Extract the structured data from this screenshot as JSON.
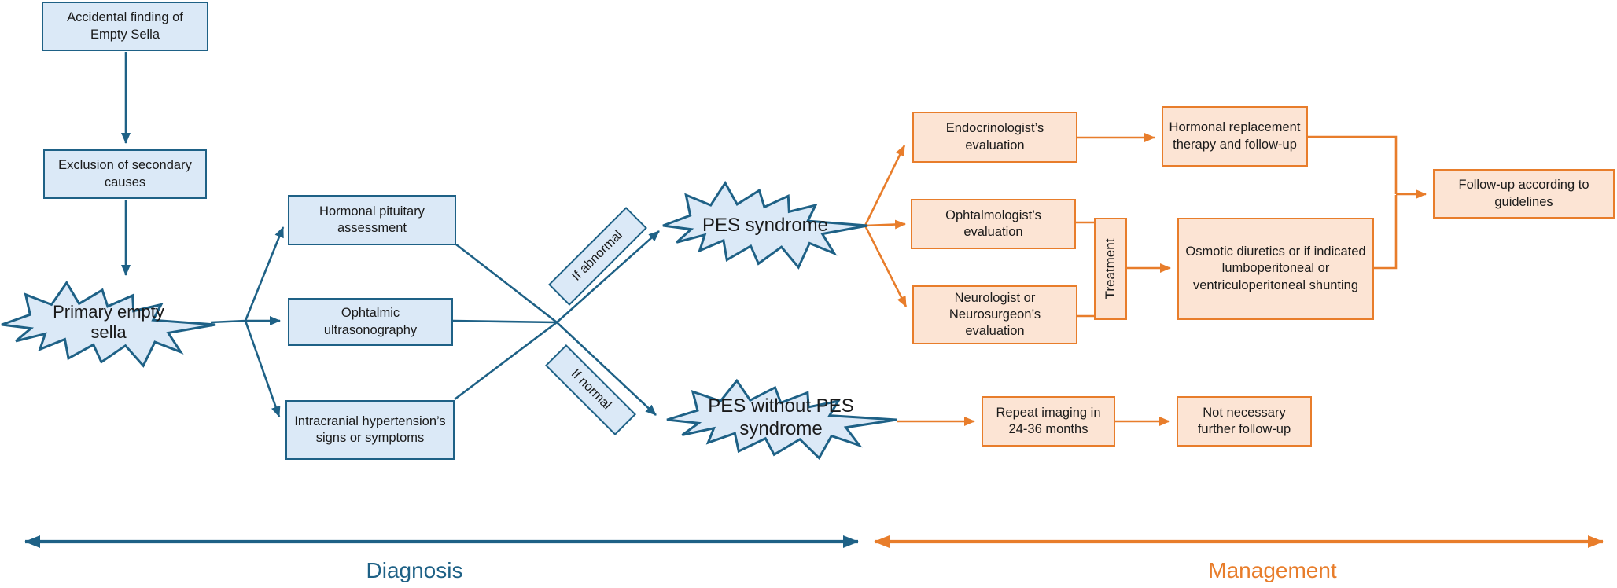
{
  "title": "Primary empty sella diagnosis and management flowchart",
  "colors": {
    "blue_stroke": "#1e6186",
    "blue_fill": "#dbe9f7",
    "orange_stroke": "#e87d2b",
    "orange_fill": "#fce4d4",
    "text": "#1a1a1a"
  },
  "nodes": {
    "accidental": {
      "label": "Accidental finding of Empty Sella"
    },
    "exclusion": {
      "label": "Exclusion of secondary causes"
    },
    "primary_empty_sella": {
      "label": "Primary empty sella"
    },
    "hormonal_assessment": {
      "label": "Hormonal pituitary assessment"
    },
    "ophtalmic_ultrasonography": {
      "label": "Ophtalmic ultrasonography"
    },
    "intracranial": {
      "label": "Intracranial hypertension’s signs or symptoms"
    },
    "if_abnormal": {
      "label": "If abnormal"
    },
    "if_normal": {
      "label": "If normal"
    },
    "pes_syndrome": {
      "label": "PES syndrome"
    },
    "pes_without": {
      "label": "PES without PES syndrome"
    },
    "endocrinologist": {
      "label": "Endocrinologist’s evaluation"
    },
    "ophtalmologist": {
      "label": "Ophtalmologist’s evaluation"
    },
    "neurologist": {
      "label": "Neurologist or Neurosurgeon’s evaluation"
    },
    "treatment": {
      "label": "Treatment"
    },
    "hormonal_replacement": {
      "label": "Hormonal replacement therapy and follow-up"
    },
    "osmotic": {
      "label": "Osmotic diuretics or if indicated lumboperitoneal or ventriculoperitoneal shunting"
    },
    "followup_guidelines": {
      "label": "Follow-up according to guidelines"
    },
    "repeat_imaging": {
      "label": "Repeat imaging in 24-36 months"
    },
    "not_necessary": {
      "label": "Not necessary further follow-up"
    }
  },
  "sections": {
    "diagnosis": {
      "label": "Diagnosis"
    },
    "management": {
      "label": "Management"
    }
  }
}
